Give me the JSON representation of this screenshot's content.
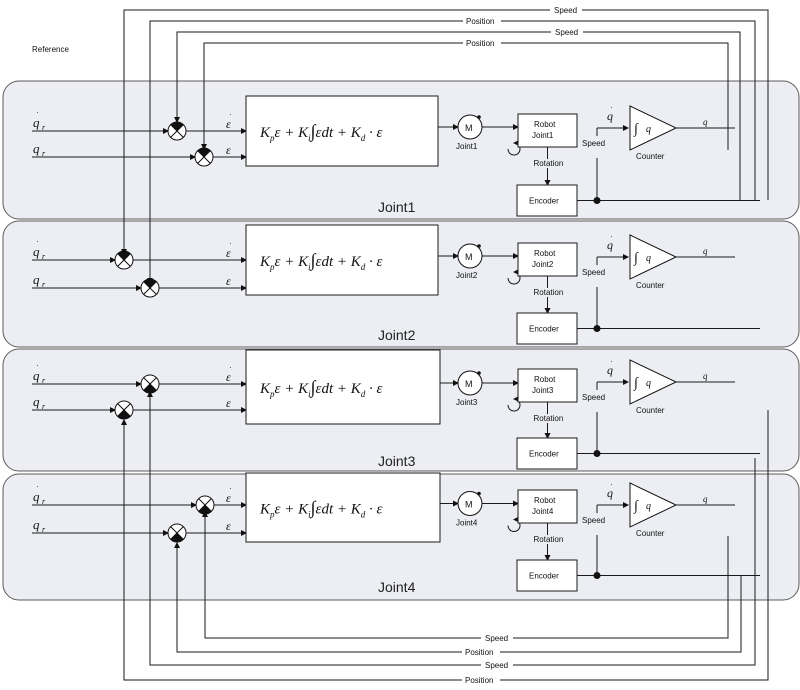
{
  "reference_label": "Reference",
  "buses_top": [
    "Speed",
    "Position",
    "Speed",
    "Position"
  ],
  "buses_bottom": [
    "Speed",
    "Position",
    "Speed",
    "Position"
  ],
  "joints": [
    {
      "panel_label": "Joint1",
      "motor": "M",
      "motor_label": "Joint1",
      "robot_line1": "Robot",
      "robot_line2": "Joint1",
      "rotation": "Rotation",
      "encoder": "Encoder",
      "speed": "Speed",
      "counter": "Counter",
      "q_out": "q",
      "q_dot": "q",
      "integral_q": "q",
      "in_top": "q",
      "in_bot": "q",
      "sub": "r",
      "eps_top": "ε",
      "eps_bot": "ε"
    },
    {
      "panel_label": "Joint2",
      "motor": "M",
      "motor_label": "Joint2",
      "robot_line1": "Robot",
      "robot_line2": "Joint2",
      "rotation": "Rotation",
      "encoder": "Encoder",
      "speed": "Speed",
      "counter": "Counter",
      "q_out": "q",
      "q_dot": "q",
      "integral_q": "q",
      "in_top": "q",
      "in_bot": "q",
      "sub": "r",
      "eps_top": "ε",
      "eps_bot": "ε"
    },
    {
      "panel_label": "Joint3",
      "motor": "M",
      "motor_label": "Joint3",
      "robot_line1": "Robot",
      "robot_line2": "Joint3",
      "rotation": "Rotation",
      "encoder": "Encoder",
      "speed": "Speed",
      "counter": "Counter",
      "q_out": "q",
      "q_dot": "q",
      "integral_q": "q",
      "in_top": "q",
      "in_bot": "q",
      "sub": "r",
      "eps_top": "ε",
      "eps_bot": "ε"
    },
    {
      "panel_label": "Joint4",
      "motor": "M",
      "motor_label": "Joint4",
      "robot_line1": "Robot",
      "robot_line2": "Joint4",
      "rotation": "Rotation",
      "encoder": "Encoder",
      "speed": "Speed",
      "counter": "Counter",
      "q_out": "q",
      "q_dot": "q",
      "integral_q": "q",
      "in_top": "q",
      "in_bot": "q",
      "sub": "r",
      "eps_top": "ε",
      "eps_bot": "ε"
    }
  ],
  "pid": {
    "kp": "K",
    "kp_sub": "p",
    "eps": "ε",
    "plus1": "+",
    "ki": "K",
    "ki_sub": "i",
    "integral": "∫",
    "edt": "εdt",
    "plus2": "+",
    "kd": "K",
    "kd_sub": "d",
    "dot": "·",
    "eps2": "ε"
  }
}
